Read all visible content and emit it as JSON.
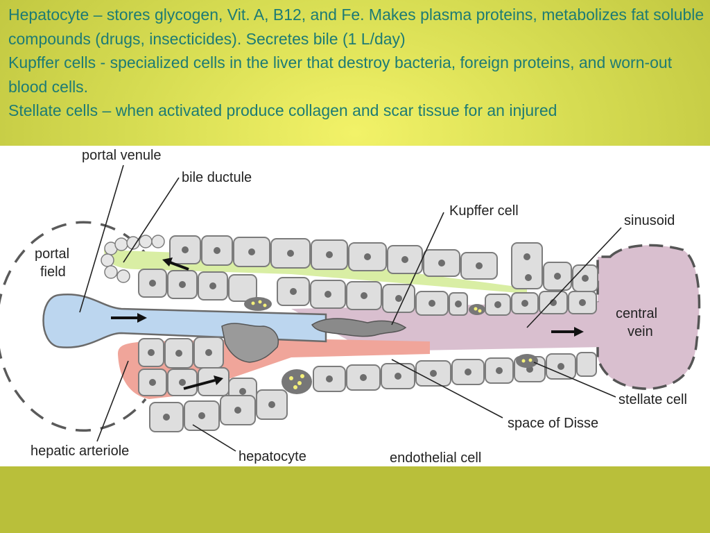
{
  "slide": {
    "paragraphs": [
      "Hepatocyte – stores glycogen, Vit. A, B12, and Fe.  Makes plasma proteins, metabolizes fat soluble compounds (drugs, insecticides). Secretes bile (1 L/day)",
      "Kupffer cells - specialized cells in the liver that destroy bacteria, foreign proteins, and worn-out blood cells.",
      "Stellate cells – when activated produce collagen and scar tissue for an injured"
    ],
    "text_color": "#1d7b74"
  },
  "diagram": {
    "labels": {
      "portal_venule": "portal venule",
      "bile_ductule": "bile ductule",
      "portal_field_line1": "portal",
      "portal_field_line2": "field",
      "kupffer_cell": "Kupffer cell",
      "sinusoid": "sinusoid",
      "central_vein_line1": "central",
      "central_vein_line2": "vein",
      "stellate_cell": "stellate cell",
      "space_of_disse": "space of Disse",
      "hepatic_arteriole": "hepatic arteriole",
      "hepatocyte": "hepatocyte",
      "endothelial_cell": "endothelial cell"
    },
    "colors": {
      "portal_venule": "#bcd6ef",
      "bile_ductule": "#d9eea4",
      "hepatic_arteriole": "#f0a59a",
      "central_vein": "#d9bfcf",
      "hepatocyte": "#dedede",
      "nucleus": "#6d6d6d"
    }
  }
}
